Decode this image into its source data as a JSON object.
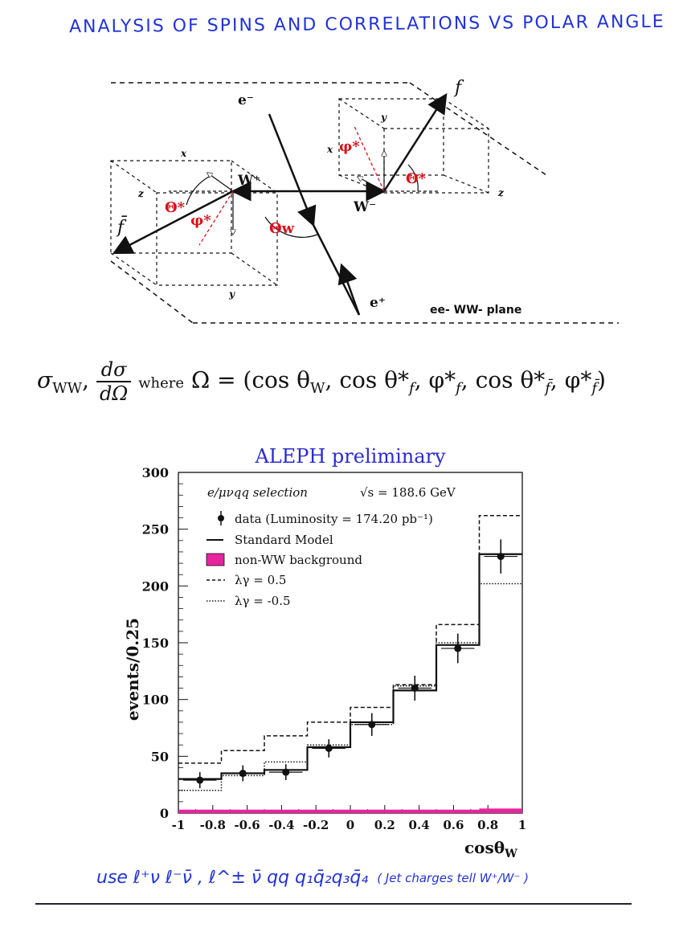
{
  "page": {
    "heading": "ANALYSIS OF SPINS AND CORRELATIONS VS POLAR ANGLE",
    "bottom_note": "use  ℓ⁺ν ℓ⁻ν̄ ,  ℓ^± ν̄ qq    q₁q̄₂q₃q̄₄",
    "bottom_note_paren": "( Jet charges tell W⁺/W⁻ )"
  },
  "diagram": {
    "labels": {
      "e_minus": "e⁻",
      "e_plus": "e⁺",
      "w_plus": "W⁺",
      "w_minus": "W⁻",
      "f": "f",
      "fbar": "f̄",
      "theta_w": "Θw",
      "theta_star_left": "Θ*",
      "phi_star_left": "φ*",
      "theta_star_right": "Θ*",
      "phi_star_right": "φ*",
      "x_left": "x",
      "z_left": "z",
      "y_left": "y",
      "x_right": "x",
      "y_right": "y",
      "z_right": "z",
      "plane": "ee- WW- plane"
    },
    "colors": {
      "ink": "#111111",
      "red": "#d8121b"
    }
  },
  "formula": {
    "sigma": "σ",
    "sigma_sub": "WW",
    "comma": ",",
    "frac_num": "dσ",
    "frac_den": "dΩ",
    "where": "where",
    "rhs": "Ω = (cos θ",
    "rhs_sub1": "W",
    "rhs_mid1": ", cos θ*",
    "rhs_sub2": "f",
    "rhs_mid2": ", φ*",
    "rhs_sub3": "f",
    "rhs_mid3": ", cos θ*",
    "rhs_sub4": "f̄",
    "rhs_mid4": ", φ*",
    "rhs_sub5": "f̄",
    "rhs_end": ")"
  },
  "chart_data": {
    "type": "bar",
    "title": "ALEPH preliminary",
    "xlabel": "cosθ",
    "xlabel_sub": "W",
    "ylabel": "events/0.25",
    "xlim": [
      -1,
      1
    ],
    "ylim": [
      0,
      300
    ],
    "x_ticks": [
      "-1",
      "-0.8",
      "-0.6",
      "-0.4",
      "-0.2",
      "0",
      "0.2",
      "0.4",
      "0.6",
      "0.8",
      "1"
    ],
    "y_ticks": [
      "0",
      "50",
      "100",
      "150",
      "200",
      "250",
      "300"
    ],
    "bin_edges": [
      -1.0,
      -0.75,
      -0.5,
      -0.25,
      0.0,
      0.25,
      0.5,
      0.75,
      1.0
    ],
    "annotations": {
      "selection": "e/μνqq selection",
      "energy": "√s = 188.6 GeV"
    },
    "legend": [
      {
        "label": "data (Luminosity = 174.20 pb⁻¹)",
        "style": "marker"
      },
      {
        "label": "Standard Model",
        "style": "solid"
      },
      {
        "label": "non-WW background",
        "style": "fill"
      },
      {
        "label": "λγ = 0.5",
        "style": "dashed"
      },
      {
        "label": "λγ = -0.5",
        "style": "dotted"
      }
    ],
    "series": [
      {
        "name": "data (Luminosity = 174.20 pb⁻¹)",
        "x": [
          -0.875,
          -0.625,
          -0.375,
          -0.125,
          0.125,
          0.375,
          0.625,
          0.875
        ],
        "values": [
          29,
          35,
          36,
          57,
          78,
          110,
          145,
          226
        ],
        "errors": [
          7,
          7,
          7,
          8,
          10,
          11,
          13,
          15
        ]
      },
      {
        "name": "Standard Model",
        "values": [
          30,
          35,
          38,
          58,
          80,
          108,
          148,
          228
        ]
      },
      {
        "name": "non-WW background",
        "values": [
          3,
          3,
          3,
          3,
          3,
          3,
          3,
          4
        ]
      },
      {
        "name": "λγ = 0.5",
        "values": [
          44,
          55,
          68,
          80,
          93,
          113,
          166,
          262
        ]
      },
      {
        "name": "λγ = -0.5",
        "values": [
          20,
          33,
          45,
          60,
          78,
          112,
          150,
          202
        ]
      }
    ],
    "colors": {
      "title": "#2b2bd0",
      "background": "#e8249e",
      "ink": "#111111"
    }
  }
}
